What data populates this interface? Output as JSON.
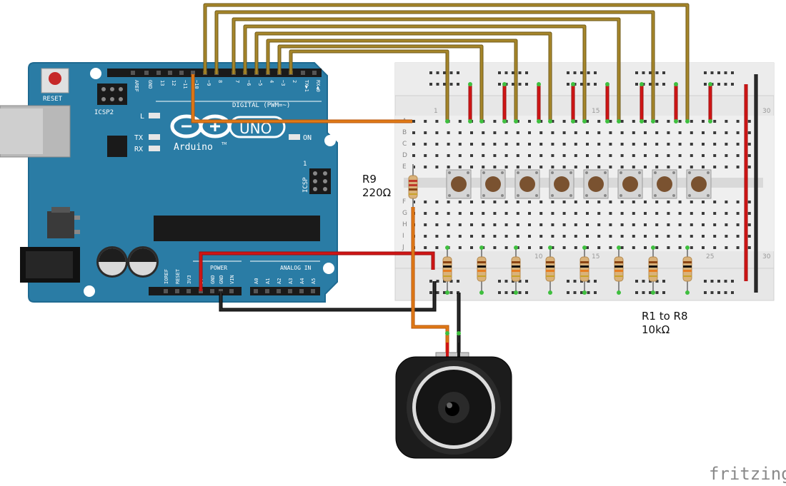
{
  "arduino": {
    "brand": "Arduino",
    "tm": "TM",
    "model": "UNO",
    "reset_label": "RESET",
    "icsp2_label": "ICSP2",
    "icsp_label": "ICSP",
    "icsp_pin1": "1",
    "l_led": "L",
    "tx_led": "TX",
    "rx_led": "RX",
    "on_led": "ON",
    "digital_header": "DIGITAL (PWM=~)",
    "digital_pins": [
      "AREF",
      "GND",
      "13",
      "12",
      "~11",
      "~10",
      "~9",
      "8",
      "7",
      "~6",
      "~5",
      "4",
      "~3",
      "2",
      "TX▶1",
      "RX◀0"
    ],
    "power_header": "POWER",
    "analog_header": "ANALOG IN",
    "power_pins": [
      "IOREF",
      "RESET",
      "3V3",
      "5V",
      "GND",
      "GND",
      "VIN"
    ],
    "analog_pins": [
      "A0",
      "A1",
      "A2",
      "A3",
      "A4",
      "A5"
    ]
  },
  "breadboard": {
    "row_letters": [
      "A",
      "B",
      "C",
      "D",
      "E",
      "F",
      "G",
      "H",
      "I",
      "J"
    ],
    "column_numbers_top": [
      "1",
      "15",
      "30"
    ],
    "column_numbers_bottom": [
      "10",
      "15",
      "25",
      "30"
    ]
  },
  "labels": {
    "r9_name": "R9",
    "r9_value": "220Ω",
    "r1_r8_name": "R1 to R8",
    "r1_r8_value": "10kΩ"
  },
  "watermark": "fritzing",
  "colors": {
    "board": "#2a7ca5",
    "board_edge": "#1f6a91",
    "wire_gold": "#a6862a",
    "wire_orange": "#e07a16",
    "wire_red": "#d11515",
    "wire_black": "#1c1c1c",
    "breadboard": "#e8e8e8",
    "hole": "#3a3a3a",
    "hole_green": "#3fbf3f",
    "button": "#7a5230"
  }
}
